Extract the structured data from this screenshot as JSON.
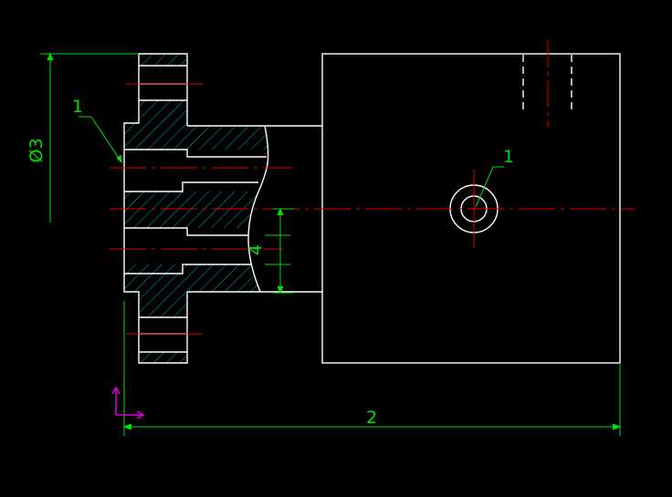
{
  "drawing": {
    "background": "#000000",
    "colors": {
      "outline": "#ffffff",
      "hatch": "#00b0b0",
      "centerline": "#e00000",
      "dimension": "#00e000",
      "ucs": "#e000e0"
    },
    "dimensions": {
      "diameter_label": "Ø3",
      "width_label": "4",
      "length_label": "2"
    },
    "leaders": {
      "left_label": "1",
      "right_label": "1"
    }
  }
}
